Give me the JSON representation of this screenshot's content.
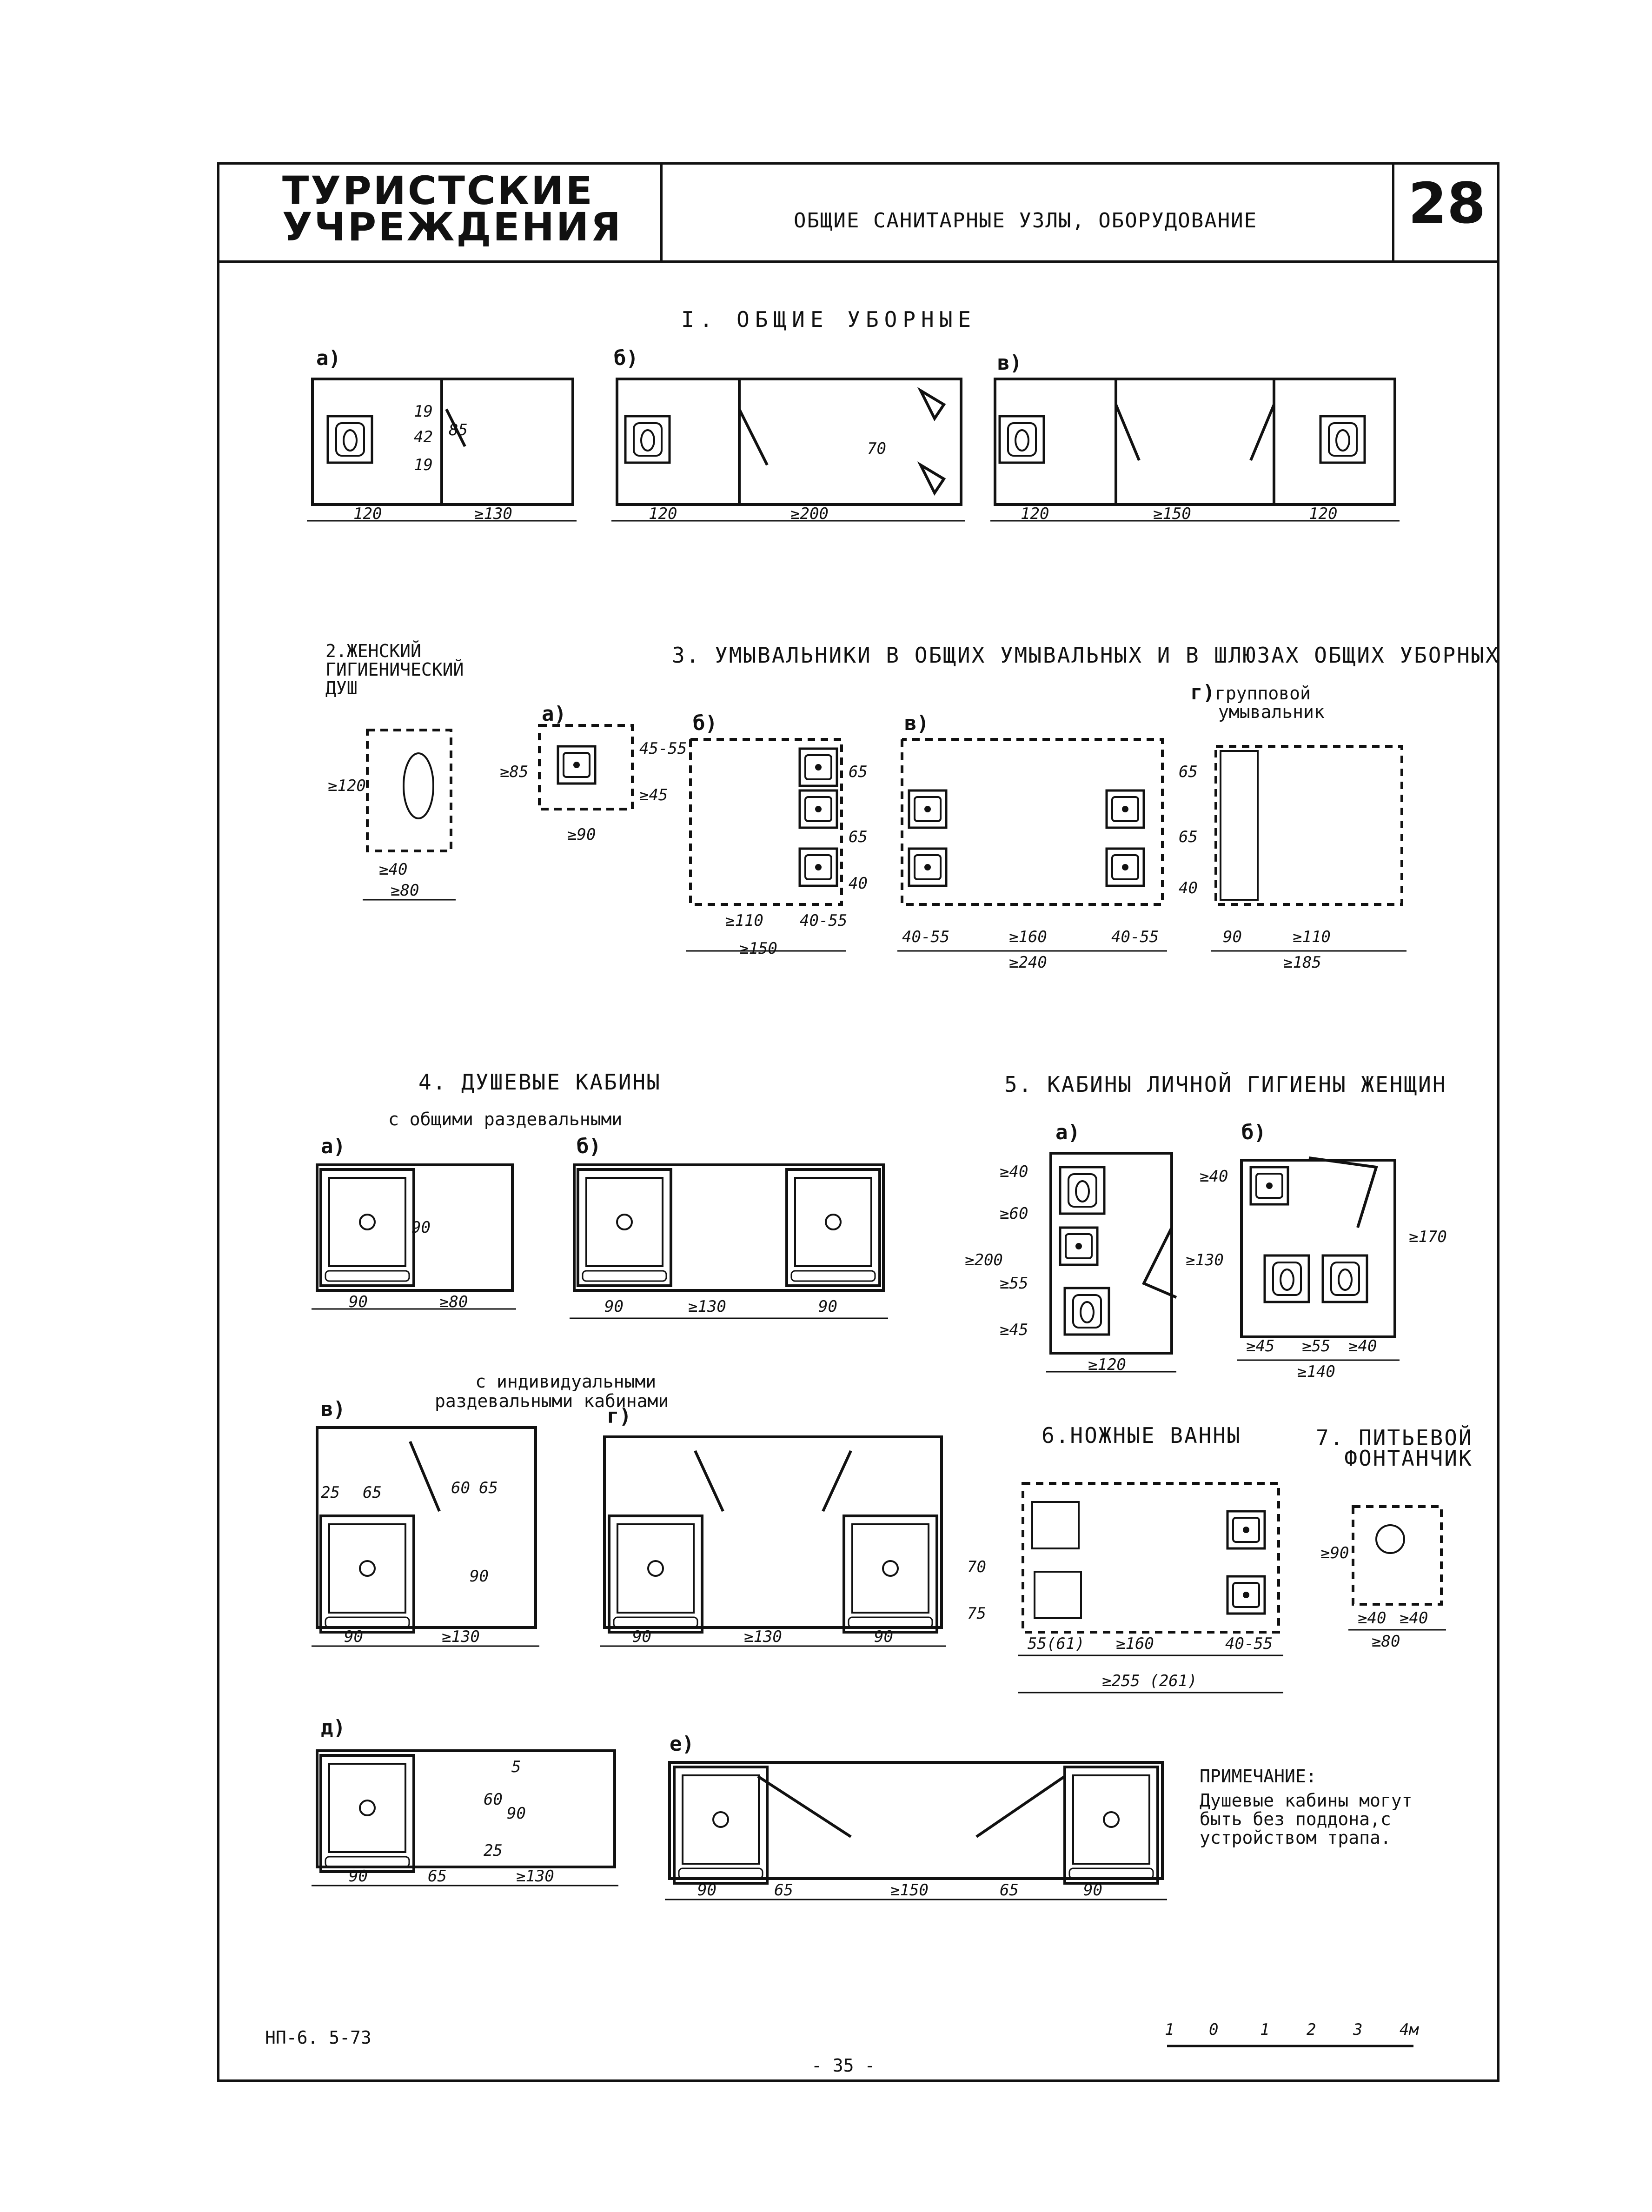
{
  "header": {
    "title_line1": "ТУРИСТСКИЕ",
    "title_line2": "УЧРЕЖДЕНИЯ",
    "subtitle": "ОБЩИЕ САНИТАРНЫЕ УЗЛЫ, ОБОРУДОВАНИЕ",
    "sheet_number": "28"
  },
  "sections": {
    "s1": {
      "title": "I. ОБЩИЕ УБОРНЫЕ",
      "a": "а)",
      "b": "б)",
      "v": "в)",
      "a_dims": [
        "120",
        "≥130"
      ],
      "a_vdims": [
        "19",
        "42",
        "19",
        "85"
      ],
      "b_dims": [
        "120",
        "≥200"
      ],
      "b_vdim": "70",
      "v_dims": [
        "120",
        "≥150",
        "120"
      ]
    },
    "s2": {
      "title_l1": "2.ЖЕНСКИЙ",
      "title_l2": "ГИГИЕНИЧЕСКИЙ",
      "title_l3": "ДУШ",
      "vdim": "≥120",
      "dims": [
        "≥40",
        "≥80"
      ]
    },
    "s3": {
      "title": "3. УМЫВАЛЬНИКИ В ОБЩИХ УМЫВАЛЬНЫХ И В ШЛЮЗАХ ОБЩИХ УБОРНЫХ",
      "a": "а)",
      "b": "б)",
      "v": "в)",
      "g": "г)",
      "g_l1": "групповой",
      "g_l2": "умывальник",
      "a_dims": [
        "≥85",
        "45-55",
        "≥45",
        "≥90"
      ],
      "b_dims": [
        "65",
        "65",
        "40",
        "≥110",
        "40-55",
        "≥150"
      ],
      "v_dims": [
        "40-55",
        "≥160",
        "40-55",
        "≥240"
      ],
      "g_dims": [
        "65",
        "65",
        "40",
        "90",
        "≥110",
        "≥185"
      ]
    },
    "s4": {
      "title": "4. ДУШЕВЫЕ КАБИНЫ",
      "sub1": "с общими раздевальными",
      "sub2_l1": "с индивидуальными",
      "sub2_l2": "раздевальными кабинами",
      "a": "а)",
      "b": "б)",
      "v": "в)",
      "g": "г)",
      "d": "д)",
      "e": "е)",
      "a_dims": [
        "90",
        "≥80",
        "90"
      ],
      "b_dims": [
        "90",
        "≥130",
        "90"
      ],
      "v_dims": [
        "25",
        "65",
        "60",
        "65",
        "90",
        "90",
        "≥130"
      ],
      "g_dims": [
        "90",
        "≥130",
        "90"
      ],
      "d_dims": [
        "90",
        "65",
        "≥130",
        "5",
        "60",
        "90",
        "25"
      ],
      "e_dims": [
        "90",
        "65",
        "≥150",
        "65",
        "90"
      ]
    },
    "s5": {
      "title": "5. КАБИНЫ ЛИЧНОЙ ГИГИЕНЫ ЖЕНЩИН",
      "a": "а)",
      "b": "б)",
      "a_dims": [
        "≥40",
        "≥60",
        "≥55",
        "≥45",
        "≥200",
        "≥130",
        "≥120"
      ],
      "b_dims": [
        "≥40",
        "≥170",
        "≥45",
        "≥55",
        "≥40",
        "≥140"
      ]
    },
    "s6": {
      "title": "6.НОЖНЫЕ ВАННЫ",
      "dims": [
        "70",
        "75",
        "55(61)",
        "≥160",
        "40-55",
        "≥255 (261)"
      ]
    },
    "s7": {
      "title_l1": "7. ПИТЬЕВОЙ",
      "title_l2": "ФОНТАНЧИК",
      "dims": [
        "≥90",
        "≥40",
        "≥40",
        "≥80"
      ]
    }
  },
  "note": {
    "title": "ПРИМЕЧАНИЕ:",
    "l1": "Душевые кабины могут",
    "l2": "быть без поддона,с",
    "l3": "устройством трапа."
  },
  "footer": {
    "code": "НП-6. 5-73",
    "page": "- 35 -",
    "scale": [
      "1",
      "0",
      "1",
      "2",
      "3",
      "4м"
    ]
  }
}
